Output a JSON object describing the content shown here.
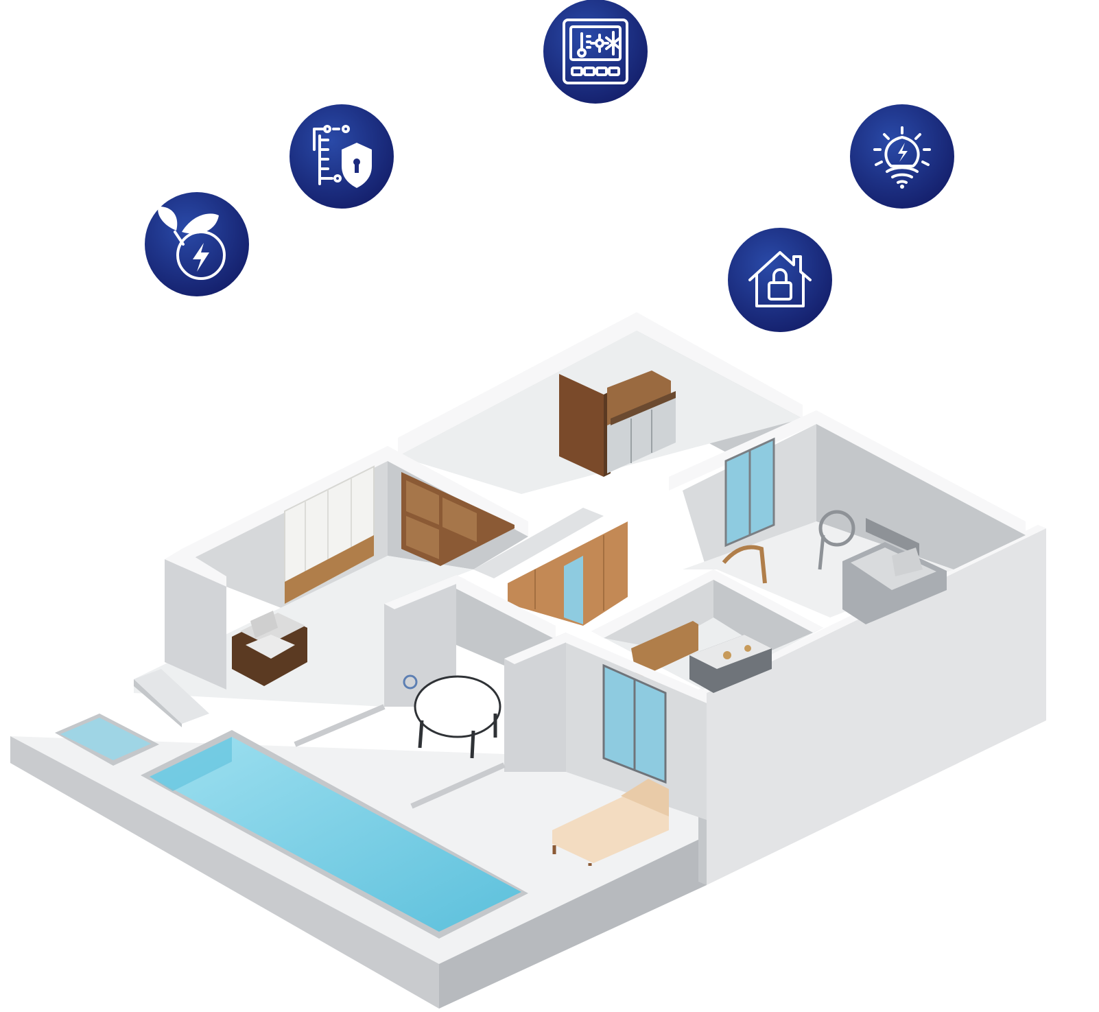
{
  "diagram": {
    "subject": "isometric-smart-home-floor-plan",
    "colors": {
      "badge_inner": "#2a4aa8",
      "badge_outer": "#141f6b",
      "connector": "#63c7dc",
      "icon_stroke": "#ffffff",
      "wall_top": "#f4f5f6",
      "wall_side": "#d3d5d8",
      "wall_shade": "#bcbfc3",
      "floor": "#f1f2f3",
      "pool_water": "#7fd3e8",
      "pool_deep": "#5cc0dc",
      "wood": "#a06a3c",
      "wood_dark": "#5b3a22",
      "glass": "#8ecbe0"
    },
    "features": [
      {
        "id": "energy",
        "icon": "leaf-lightning-icon"
      },
      {
        "id": "cybersecurity",
        "icon": "circuit-shield-lock-icon"
      },
      {
        "id": "climate",
        "icon": "thermostat-icon"
      },
      {
        "id": "home-security",
        "icon": "house-lock-icon"
      },
      {
        "id": "lighting",
        "icon": "smart-bulb-wifi-icon"
      }
    ]
  }
}
